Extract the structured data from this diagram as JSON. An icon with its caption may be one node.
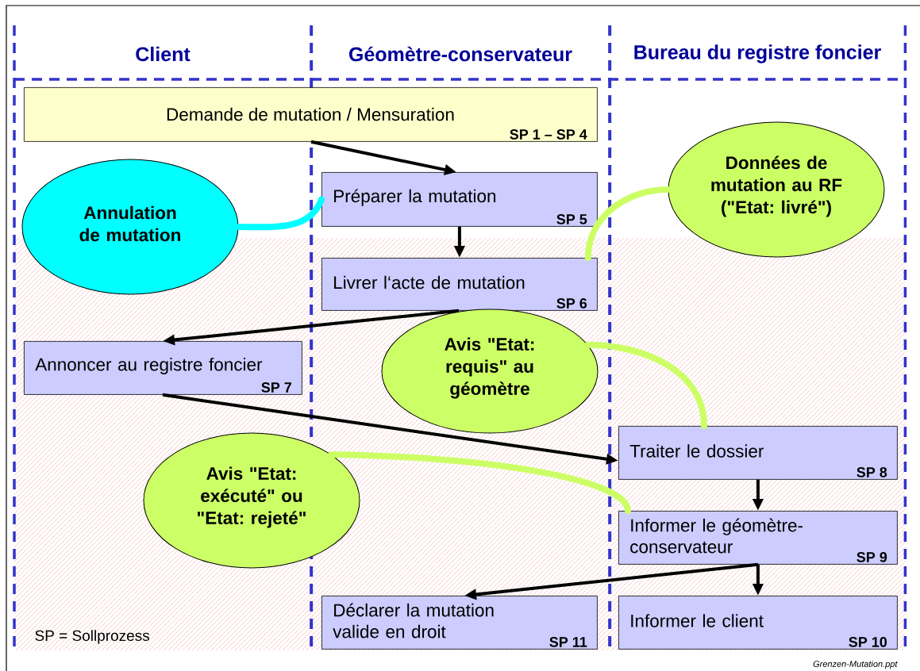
{
  "diagram": {
    "nodes": [
      {
        "text": [
          "Client"
        ]
      },
      {
        "text": [
          "Géomètre-conservateur"
        ]
      },
      {
        "text": [
          "Bureau du registre foncier"
        ]
      },
      {
        "text": [
          "Demande de mutation / Mensuration",
          "SP 1 – SP 4"
        ]
      },
      {
        "text": [
          "Préparer la mutation",
          "SP 5"
        ],
        "in": 1
      },
      {
        "text": [
          "Données de mutation au RF (\"Etat: livré\")"
        ],
        "in": 2
      },
      {
        "text": [
          "Annulation de mutation"
        ],
        "in": 0
      },
      {
        "text": [
          "Livrer l‘acte de mutation",
          "SP 6"
        ],
        "in": 1
      },
      {
        "text": [
          "Annoncer au registre foncier",
          "SP 7"
        ],
        "in": 0
      },
      {
        "text": [
          "Avis \"Etat: requis\" au géomètre"
        ],
        "in": 1
      },
      {
        "text": [
          "Traiter le dossier",
          "SP 8"
        ],
        "in": 2
      },
      {
        "text": [
          "Avis \"Etat: exécuté\" ou \"Etat: rejeté\""
        ]
      },
      {
        "text": [
          "Informer le géomètre-conservateur",
          "SP 9"
        ],
        "in": 2
      },
      {
        "text": [
          "Déclarer la mutation valide en droit",
          "SP 11"
        ],
        "in": 1
      },
      {
        "text": [
          "Informer le client",
          "SP 10"
        ],
        "in": 2
      }
    ],
    "edges": [
      {
        "from": 3,
        "to": 4,
        "arrow": "to"
      },
      {
        "from": 4,
        "to": 7,
        "arrow": "to"
      },
      {
        "from": 7,
        "to": 8,
        "arrow": "to"
      },
      {
        "from": 8,
        "to": 10,
        "arrow": "to"
      },
      {
        "from": 10,
        "to": 12,
        "arrow": "to"
      },
      {
        "from": 12,
        "to": 14,
        "arrow": "to"
      },
      {
        "from": 12,
        "to": 13,
        "arrow": "to"
      },
      {
        "from": 6,
        "to": 4,
        "arrow": "none",
        "style": "thick",
        "color": "#00ffff"
      },
      {
        "from": 5,
        "to": 7,
        "arrow": "none",
        "style": "thick",
        "color": "#ccff66"
      },
      {
        "from": 9,
        "to": 10,
        "arrow": "none",
        "style": "thick",
        "color": "#ccff66"
      },
      {
        "from": 11,
        "to": 12,
        "arrow": "none",
        "style": "thick",
        "color": "#ccff66"
      }
    ],
    "labels": [
      "SP = Sollprozess",
      "Grenzen-Mutation.ppt"
    ]
  }
}
